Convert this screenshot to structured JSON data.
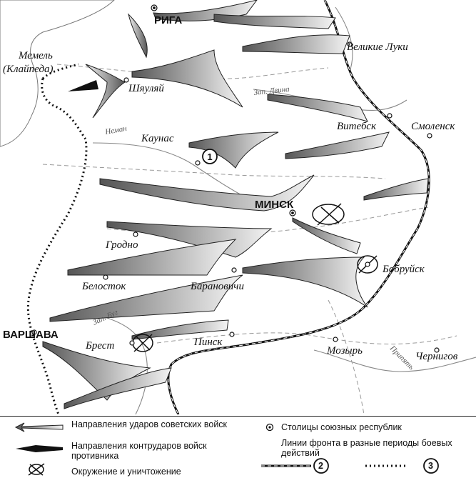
{
  "map": {
    "cities": {
      "riga": "РИГА",
      "memel": "Мемель",
      "klaipeda": "(Клайпеда)",
      "shyaulyai": "Шяуляй",
      "kaunas": "Каунас",
      "velikie_luki": "Великие Луки",
      "vitebsk": "Витебск",
      "smolensk": "Смоленск",
      "minsk": "МИНСК",
      "grodno": "Гродно",
      "bobruisk": "Бобруйск",
      "belostok": "Белосток",
      "baranovichi": "Барановичи",
      "warsaw": "ВАРШАВА",
      "brest": "Брест",
      "pinsk": "Пинск",
      "mozyr": "Мозырь",
      "chernigov": "Чернигов"
    },
    "rivers": {
      "zap_dvina": "Зап. Двина",
      "neman": "Неман",
      "zap_bug": "Зап. Буг",
      "pripyat": "Припять"
    },
    "markers": {
      "one": "1"
    }
  },
  "legend": {
    "soviet_attacks": "Направления ударов советских войск",
    "enemy_counter": "Направления контрударов войск противника",
    "encirclement": "Окружение и уничтожение",
    "capitals": "Столицы союзных республик",
    "front_lines": "Линии фронта в разные периоды боевых действий",
    "front_2": "2",
    "front_3": "3"
  },
  "colors": {
    "ink": "#111111",
    "arrow_light": "#f4f4f4",
    "arrow_dark": "#555555",
    "border": "#999999"
  }
}
